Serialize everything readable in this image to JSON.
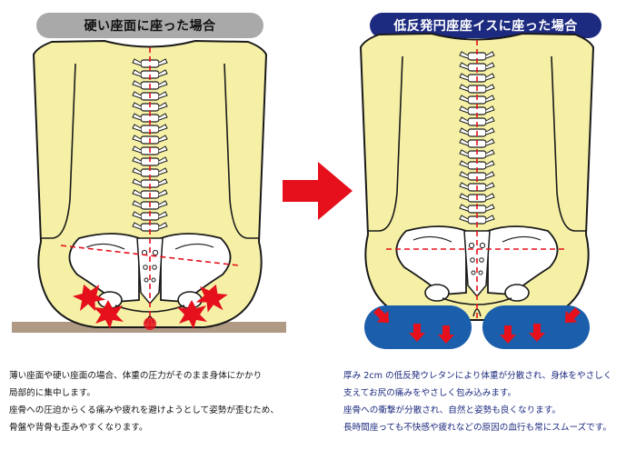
{
  "left_panel": {
    "title": "硬い座面に座った場合",
    "caption": [
      "薄い座面や硬い座面の場合、体重の圧力がそのまま身体にかかり",
      "局部的に集中します。",
      "座骨への圧迫からくる痛みや疲れを避けようとして姿勢が歪むため、",
      "骨盤や背骨も歪みやすくなります。"
    ]
  },
  "right_panel": {
    "title": "低反発円座座イスに座った場合",
    "caption": [
      "厚み 2cm の低反発ウレタンにより体重が分散され、身体をやさしく",
      "支えてお尻の痛みをやさしく包み込みます。",
      "座骨への衝撃が分散され、自然と姿勢も良くなります。",
      "長時間座っても不快感や疲れなどの原因の血行も常にスムーズです。"
    ]
  },
  "colors": {
    "body": "#f5f0a6",
    "outline": "#1a1a1a",
    "bone": "#ffffff",
    "red": "#e5101c",
    "cushion": "#1b5eab",
    "floor": "#b09a85",
    "left_title_bg": "#a9a9a9",
    "right_title_bg": "#1c2a7f"
  },
  "icons": [
    "pain-burst-icon",
    "arrow-right-icon",
    "pressure-arrow-icon"
  ]
}
